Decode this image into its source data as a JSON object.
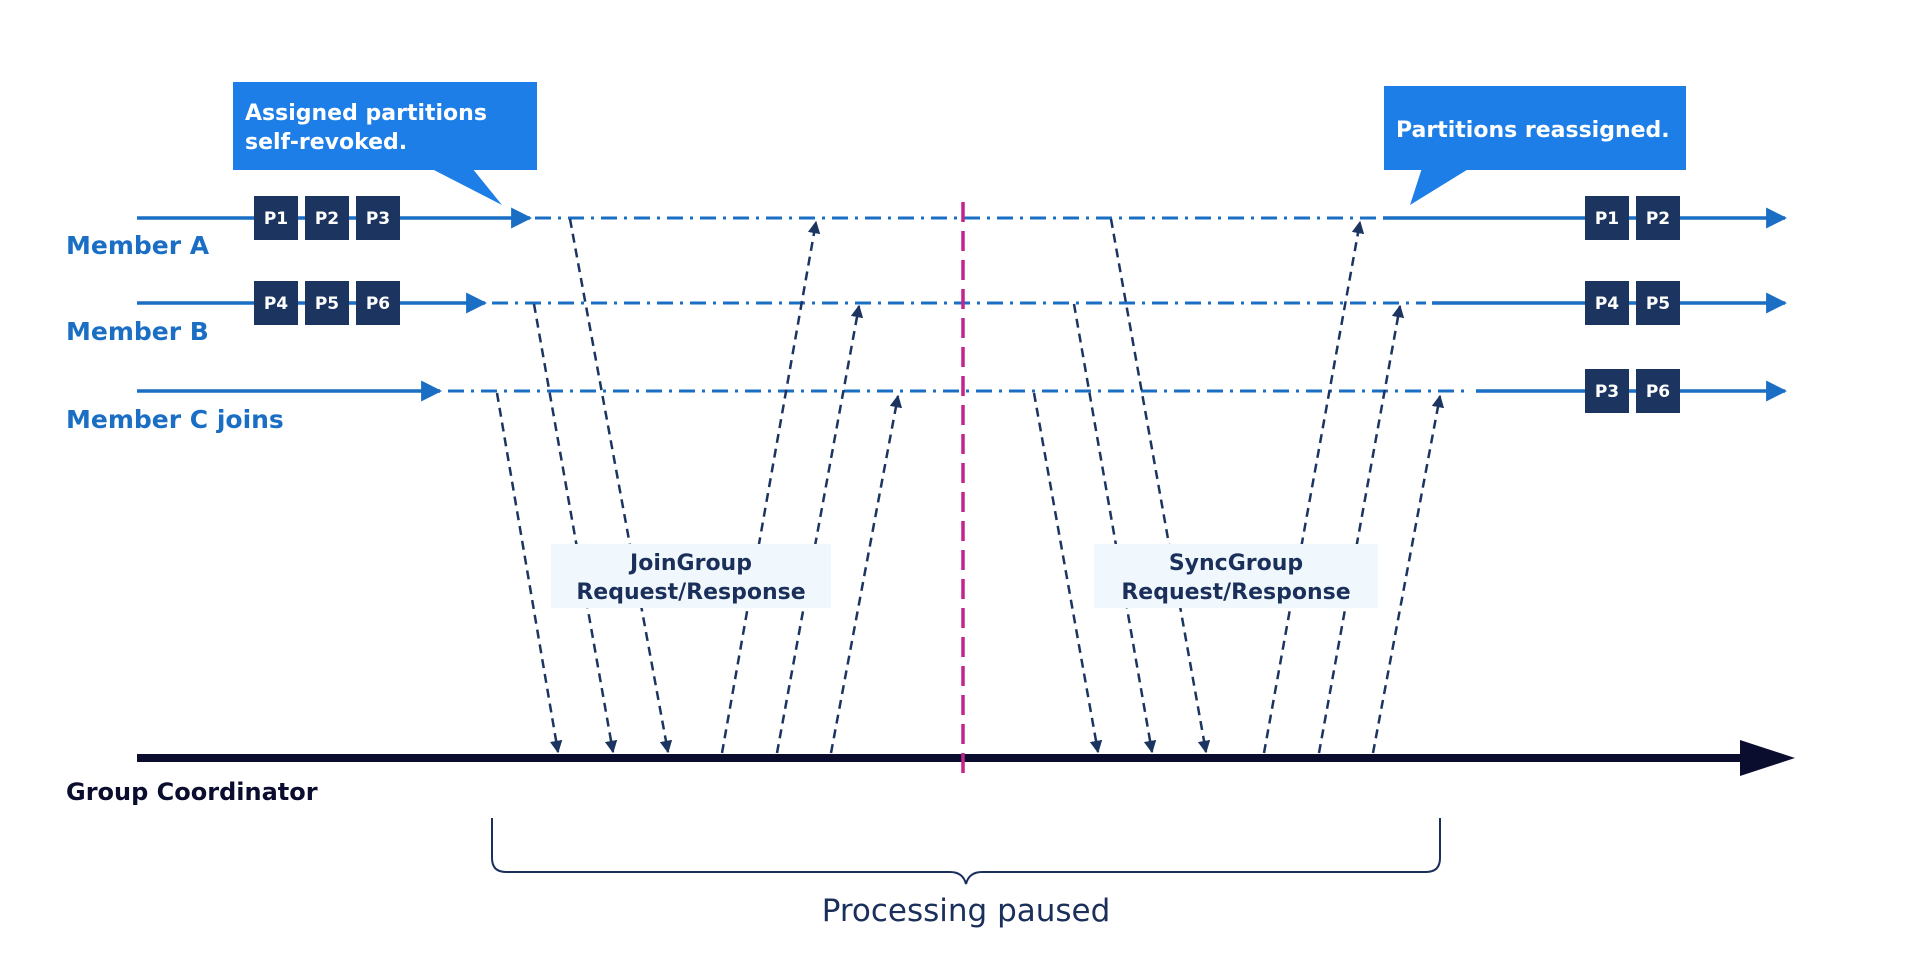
{
  "callouts": {
    "revoked_line1": "Assigned partitions",
    "revoked_line2": "self-revoked.",
    "reassigned": "Partitions reassigned."
  },
  "members": {
    "a": "Member A",
    "b": "Member B",
    "c": "Member C joins"
  },
  "coordinator": "Group Coordinator",
  "partitions": {
    "a_before": [
      "P1",
      "P2",
      "P3"
    ],
    "b_before": [
      "P4",
      "P5",
      "P6"
    ],
    "a_after": [
      "P1",
      "P2"
    ],
    "b_after": [
      "P4",
      "P5"
    ],
    "c_after": [
      "P3",
      "P6"
    ]
  },
  "requests": {
    "join_line1": "JoinGroup",
    "join_line2": "Request/Response",
    "sync_line1": "SyncGroup",
    "sync_line2": "Request/Response"
  },
  "paused_label": "Processing paused",
  "colors": {
    "member_line": "#1a6fc4",
    "callout": "#1c7ee6",
    "partition_box": "#1b3460",
    "dashed_arrow": "#1b3460",
    "coordinator_line": "#0b0d2e",
    "divider": "#c2258e",
    "request_bg": "#f1f8fd"
  }
}
